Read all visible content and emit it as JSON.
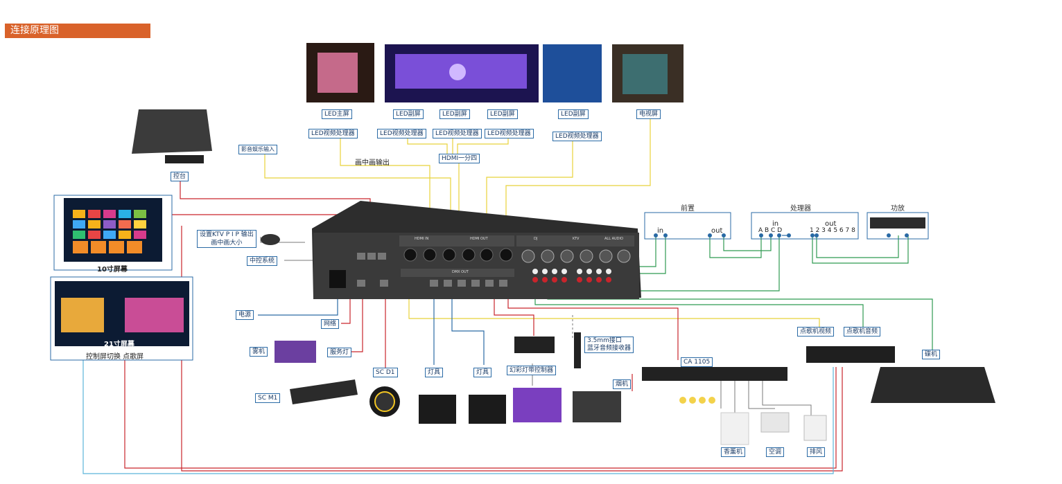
{
  "header": {
    "title": "连接原理图"
  },
  "screens": {
    "led_main": "LED主屏",
    "led_sub1": "LED副屏",
    "led_sub2": "LED副屏",
    "led_sub3": "LED副屏",
    "led_sub4": "LED副屏",
    "tv": "电视屏"
  },
  "processors": {
    "p1": "LED视频处理器",
    "p2": "LED视频处理器",
    "p3": "LED视频处理器",
    "p4": "LED视频处理器",
    "p5": "LED视频处理器"
  },
  "labels": {
    "ktv_input": "影音娱乐输入",
    "pip_output": "画中画输出",
    "hdmi_split": "HDMI一分四",
    "console": "控台",
    "screen10": "10寸屏幕",
    "screen21": "21寸屏幕",
    "switch_caption": "控制屏切换  点歌屏",
    "pip_set_line1": "设置KTV P I P  输出",
    "pip_set_line2": "画中画大小",
    "central_control": "中控系统",
    "power": "电源",
    "network": "网络",
    "fog": "雾机",
    "service_light": "服务灯",
    "sc_m1": "SC M1",
    "sc_d1": "SC D1",
    "fixture1": "灯具",
    "fixture2": "灯具",
    "ribbon": "幻彩灯带控制器",
    "bt_line1": "3.5mm接口",
    "bt_line2": "蓝牙音频接收器",
    "ca1105": "CA 1105",
    "smoke": "烟机",
    "aroma": "香薰机",
    "aircon": "空调",
    "exhaust": "排风",
    "pre": "前置",
    "pre_in": "in",
    "pre_out": "out",
    "proc": "处理器",
    "proc_in": "in",
    "proc_inputs": "A  B  C  D",
    "proc_out": "out",
    "proc_outputs": "1 2 3 4 5 6 7 8",
    "amp": "功放",
    "vod_video": "点歌机视频",
    "vod_audio": "点歌机音频",
    "dj": "碟机"
  },
  "device_panel": {
    "hdmi_in": "HDMI IN",
    "hdmi_out": "HDMI OUT",
    "dmx_out": "DMX OUT",
    "dj": "DJ",
    "ktv": "KTV",
    "all_audio": "ALL AUDIO"
  },
  "colors": {
    "title": "#d9622a",
    "yellow": "#e8d23a",
    "red": "#c9242b",
    "green": "#2f9a52",
    "blue": "#2a6aa5",
    "cyan": "#5bb5d9"
  }
}
